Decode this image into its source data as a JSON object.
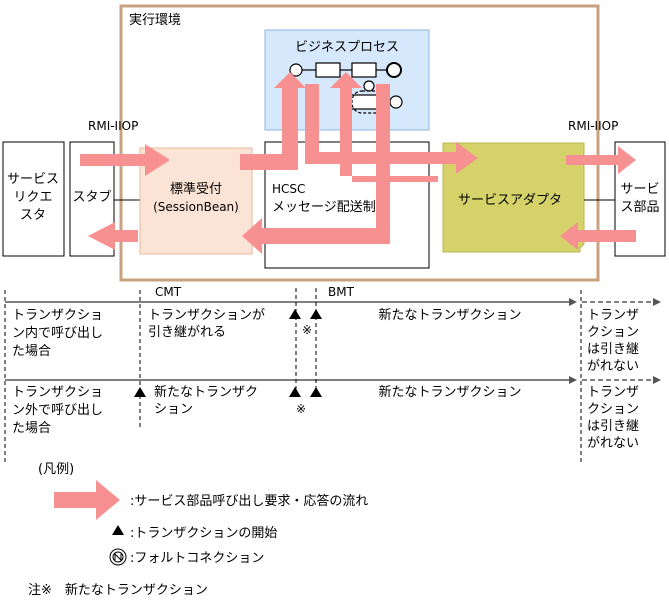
{
  "environment": {
    "label": "実行環境"
  },
  "business_process": {
    "label": "ビジネスプロセス"
  },
  "rmi_left": "RMI-IIOP",
  "rmi_right": "RMI-IIOP",
  "service_requester": {
    "lines": [
      "サービス",
      "リクエ",
      "スタ"
    ]
  },
  "stub": {
    "label": "スタブ"
  },
  "standard_reception": {
    "lines": [
      "標準受付",
      "(SessionBean)"
    ]
  },
  "hcsc": {
    "lines": [
      "HCSC",
      "メッセージ配送制御"
    ]
  },
  "service_adapter": {
    "label": "サービスアダプタ"
  },
  "service_part": {
    "lines": [
      "サービ",
      "ス部品"
    ]
  },
  "timeline": {
    "cmt_label": "CMT",
    "bmt_label": "BMT",
    "row1": {
      "caller": [
        "トランザクショ",
        "ン内で呼び出し",
        "た場合"
      ],
      "cmt": [
        "トランザクションが",
        "引き継がれる"
      ],
      "note_mark": "※",
      "bmt": "新たなトランザクション",
      "service": [
        "トランザ",
        "クション",
        "は引き継",
        "がれない"
      ]
    },
    "row2": {
      "caller": [
        "トランザクショ",
        "ン外で呼び出し",
        "た場合"
      ],
      "cmt": [
        "新たなトランザク",
        "ション"
      ],
      "note_mark": "※",
      "bmt": "新たなトランザクション",
      "service": [
        "トランザ",
        "クション",
        "は引き継",
        "がれない"
      ]
    }
  },
  "legend": {
    "title": "(凡例)",
    "arrow_desc": ":サービス部品呼び出し要求・応答の流れ",
    "triangle_desc": ":トランザクションの開始",
    "fault_desc": ":フォルトコネクション"
  },
  "footnote": "注※　新たなトランザクション",
  "colors": {
    "arrow": "#f79191",
    "env_border": "#c8a27e",
    "bp_fill": "#d6e8fb",
    "bp_border": "#8fb8e6",
    "reception_fill": "#fbe4d5",
    "reception_border": "#e5b89b",
    "adapter_fill": "#d6d26a"
  }
}
